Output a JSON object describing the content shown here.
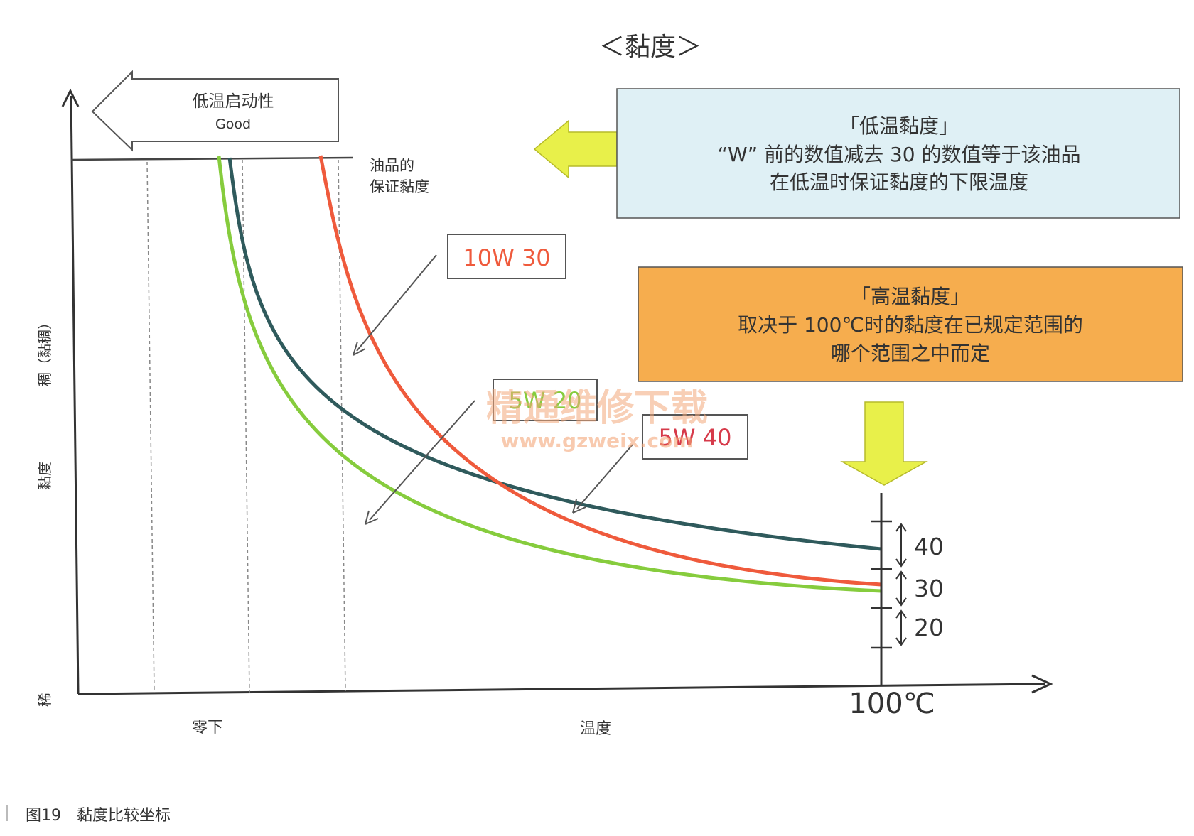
{
  "title": "＜黏度＞",
  "low_temp_arrow": {
    "line1": "低温启动性",
    "line2": "Good"
  },
  "guarantee_label": {
    "line1": "油品的",
    "line2": "保证黏度"
  },
  "y_axis": {
    "top": "稠（黏稠）",
    "middle": "黏度",
    "bottom": "稀"
  },
  "x_axis": {
    "left": "零下",
    "middle": "温度",
    "right": "100℃"
  },
  "low_temp_box": {
    "title": "「低温黏度」",
    "line1": "“W” 前的数值减去 30 的数值等于该油品",
    "line2": "在低温时保证黏度的下限温度",
    "bg": "#dff0f5"
  },
  "high_temp_box": {
    "title": "「高温黏度」",
    "line1": "取决于 100℃时的黏度在已规定范围的",
    "line2": "哪个范围之中而定",
    "bg": "#f6ad4e"
  },
  "curve_labels": {
    "c10w30": "10W 30",
    "c5w20": "5W 20",
    "c5w40": "5W 40"
  },
  "grades": [
    "40",
    "30",
    "20"
  ],
  "watermark": {
    "line1": "精通维修下载",
    "line2": "www.gzweix.com"
  },
  "caption": {
    "figure": "图19",
    "text": "黏度比较坐标"
  },
  "colors": {
    "c10w30": "#ef5a3c",
    "c5w20": "#86cc3d",
    "c5w40": "#2f5a5c",
    "arrow_yellow": "#e8f04a"
  }
}
